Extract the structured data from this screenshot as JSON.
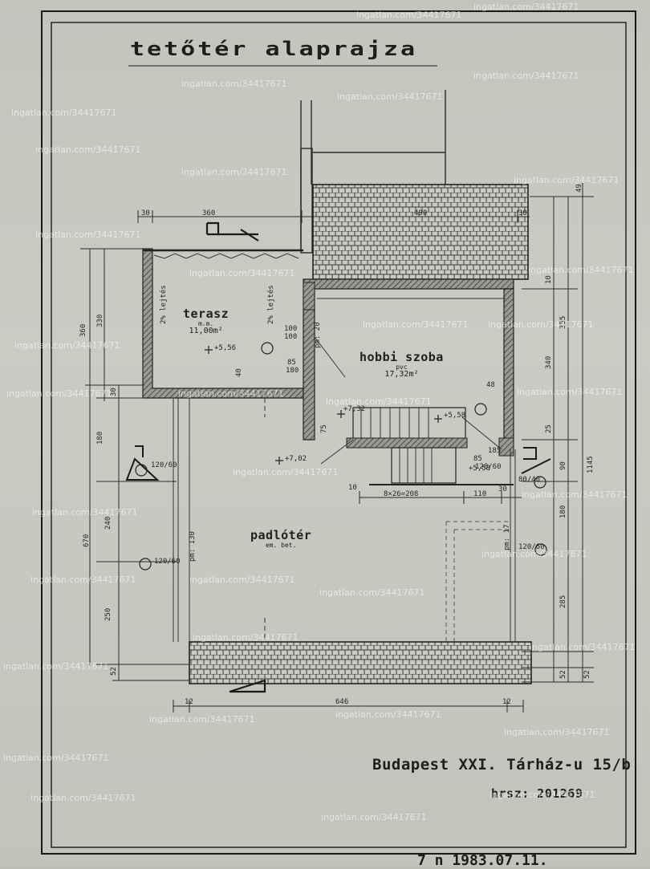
{
  "title": "tetőtér alaprajza",
  "address": "Budapest XXI. Tárház-u 15/b",
  "hrsz": "hrsz: 201269",
  "bottom_scrawl": "7 n 1983.07.11.",
  "watermark": "ingatlan.com/34417671",
  "rooms": {
    "terasz": {
      "name": "terasz",
      "floor": "m.m.",
      "area": "11,00m²"
    },
    "hobbi": {
      "name": "hobbi szoba",
      "floor": "pvc",
      "area": "17,32m²"
    },
    "padlo": {
      "name": "padlótér",
      "floor": "em. bet."
    }
  },
  "dims": {
    "top_30": "30",
    "top_360": "360",
    "top_490": "490",
    "top_30b": "30",
    "left_360": "360",
    "left_330": "330",
    "left_30": "30",
    "left_180": "180",
    "left_670": "670",
    "left_240": "240",
    "left_250": "250",
    "left_52": "52",
    "right_49": "49",
    "right_10": "10",
    "right_355": "355",
    "right_340": "340",
    "right_1145": "1145",
    "right_25": "25",
    "right_90": "90",
    "right_180": "180",
    "right_285": "285",
    "right_52a": "52",
    "right_52b": "52",
    "bottom_12": "12",
    "bottom_646": "646",
    "bottom_12b": "12",
    "stair_run": "8×26=208",
    "stair_110": "110",
    "stair_30": "30",
    "stair_10": "10",
    "door_100": "100",
    "door_100b": "100",
    "door_85": "85",
    "door_180": "180",
    "door_48": "48",
    "door_75": "75",
    "door_85b": "85",
    "door_185": "185",
    "door_40": "40",
    "win_120_60a": "120/60",
    "win_120_60b": "120/60",
    "win_120_60c": "120/60",
    "win_80_40": "80/40",
    "win_120_60d": "120/60",
    "pm_20": "pm: 20",
    "pm_130": "pm: 130",
    "pm_17": "pm: 17",
    "lvl_556": "+5,56",
    "lvl_702": "+7,02",
    "lvl_732": "+7,32",
    "lvl_558": "+5,58",
    "lvl_558b": "+5,58",
    "slope_2a": "2% lejtés",
    "slope_2b": "2% lejtés"
  }
}
